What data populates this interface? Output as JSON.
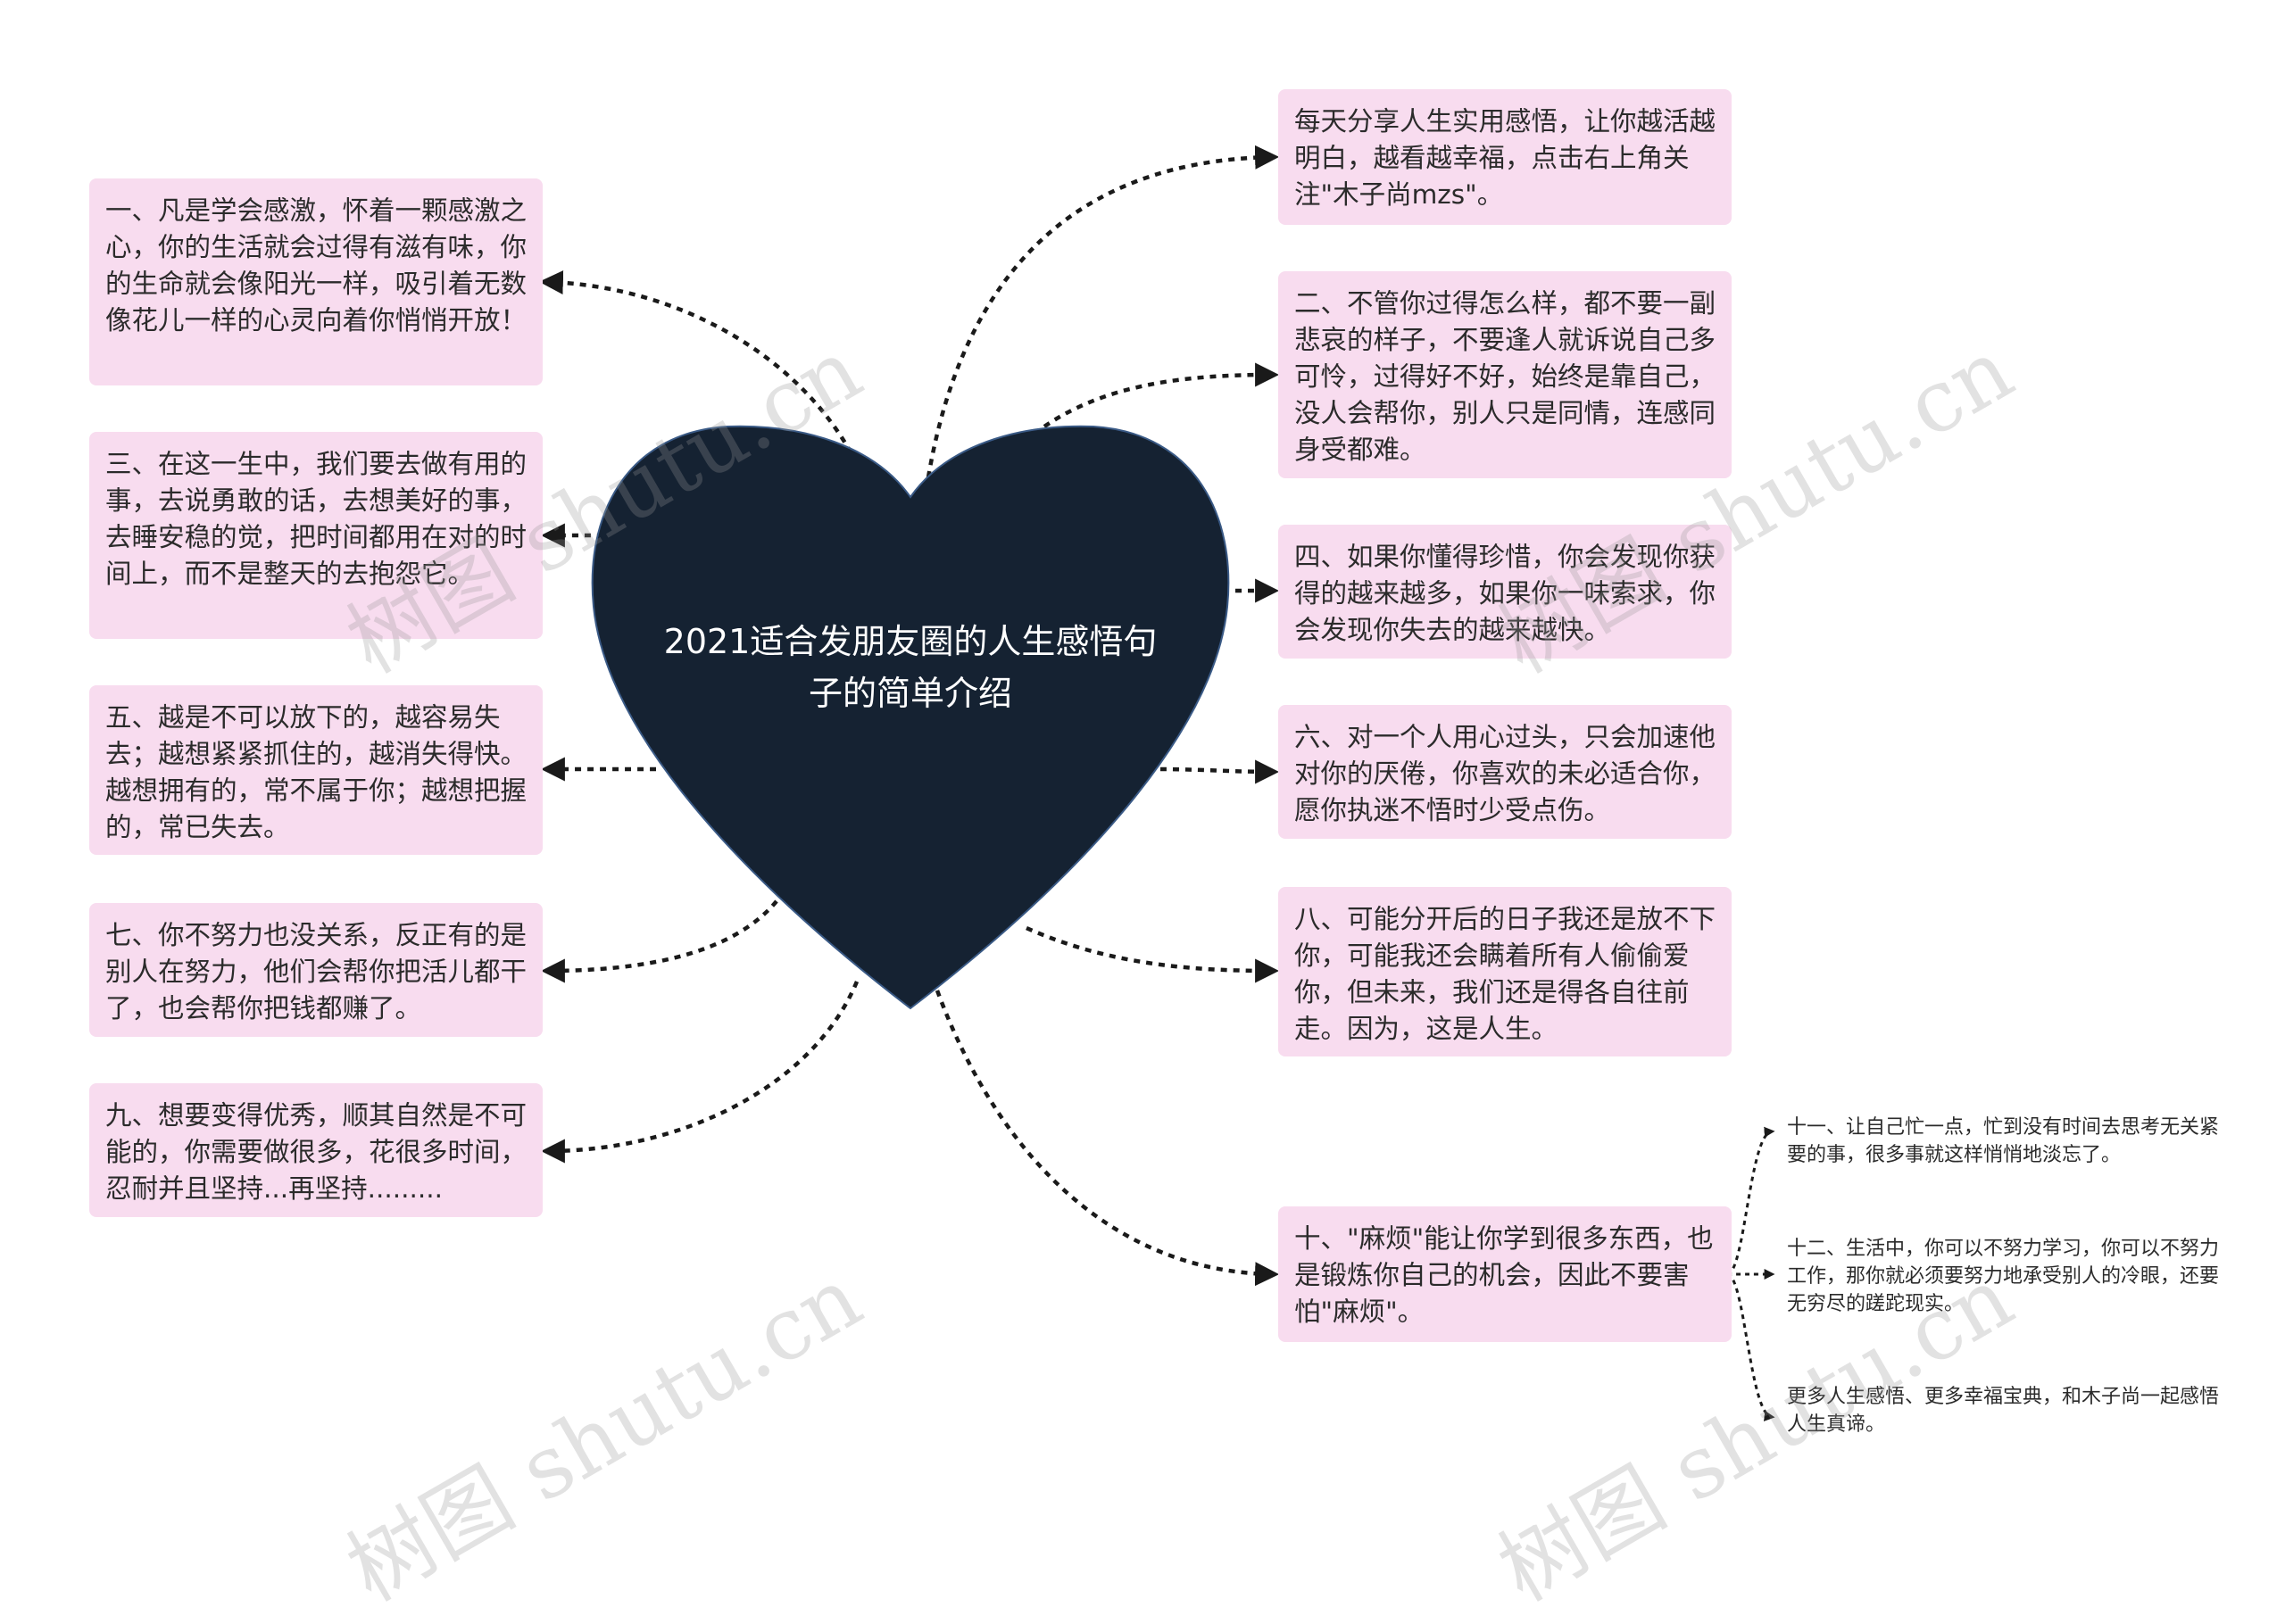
{
  "center": {
    "title": "2021适合发朋友圈的人生感悟句子的简单介绍"
  },
  "left_nodes": [
    "一、凡是学会感激，怀着一颗感激之心，你的生活就会过得有滋有味，你的生命就会像阳光一样，吸引着无数像花儿一样的心灵向着你悄悄开放！",
    "三、在这一生中，我们要去做有用的事，去说勇敢的话，去想美好的事，去睡安稳的觉，把时间都用在对的时间上，而不是整天的去抱怨它。",
    "五、越是不可以放下的，越容易失去；越想紧紧抓住的，越消失得快。越想拥有的，常不属于你；越想把握的，常已失去。",
    "七、你不努力也没关系，反正有的是别人在努力，他们会帮你把活儿都干了，也会帮你把钱都赚了。",
    "九、想要变得优秀，顺其自然是不可能的，你需要做很多，花很多时间，忍耐并且坚持...再坚持........."
  ],
  "right_nodes": [
    "每天分享人生实用感悟，让你越活越明白，越看越幸福，点击右上角关注\"木子尚mzs\"。",
    "二、不管你过得怎么样，都不要一副悲哀的样子，不要逢人就诉说自己多可怜，过得好不好，始终是靠自己，没人会帮你，别人只是同情，连感同身受都难。",
    "四、如果你懂得珍惜，你会发现你获得的越来越多，如果你一味索求，你会发现你失去的越来越快。",
    "六、对一个人用心过头，只会加速他对你的厌倦，你喜欢的未必适合你，愿你执迷不悟时少受点伤。",
    "八、可能分开后的日子我还是放不下你，可能我还会瞒着所有人偷偷爱你，但未来，我们还是得各自往前走。因为，这是人生。",
    "十、\"麻烦\"能让你学到很多东西，也是锻炼你自己的机会，因此不要害怕\"麻烦\"。"
  ],
  "sub_nodes": [
    "十一、让自己忙一点，忙到没有时间去思考无关紧要的事，很多事就这样悄悄地淡忘了。",
    "十二、生活中，你可以不努力学习，你可以不努力工作，那你就必须要努力地承受别人的冷眼，还要无穷尽的蹉跎现实。",
    "更多人生感悟、更多幸福宝典，和木子尚一起感悟人生真谛。"
  ],
  "watermark": "树图 shutu.cn",
  "colors": {
    "heart": "#152232",
    "node_bg": "#f8dcef",
    "line": "#1a1a1a"
  }
}
